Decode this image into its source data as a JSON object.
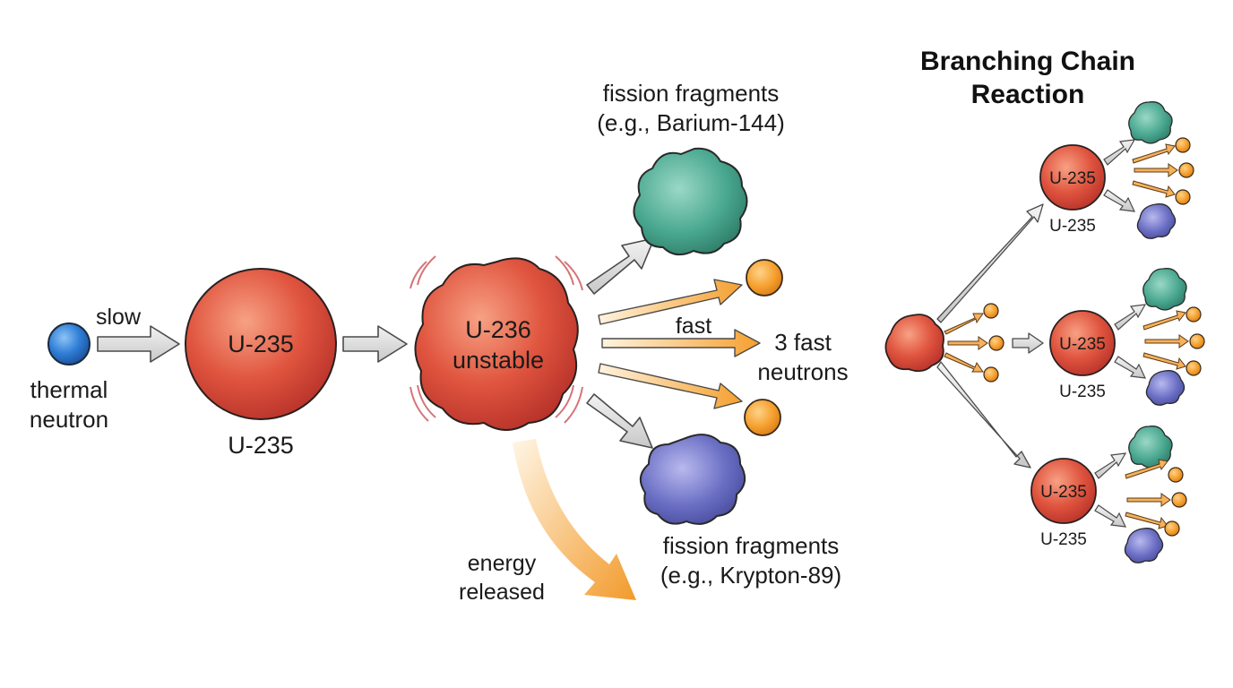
{
  "title": {
    "line1": "Branching Chain",
    "line2": "Reaction"
  },
  "labels": {
    "slow": "slow",
    "thermal_line1": "thermal",
    "thermal_line2": "neutron",
    "u235_inside": "U-235",
    "u235_below": "U-235",
    "u236_line1": "U-236",
    "u236_line2": "unstable",
    "frag_top_line1": "fission fragments",
    "frag_top_line2": "(e.g., Barium-144)",
    "fast": "fast",
    "three_fast_line1": "3 fast",
    "three_fast_line2": "neutrons",
    "frag_bottom_line1": "fission fragments",
    "frag_bottom_line2": "(e.g., Krypton-89)",
    "energy_line1": "energy",
    "energy_line2": "released"
  },
  "branch": {
    "nucleus_label": "U-235",
    "caption": "U-235"
  },
  "colors": {
    "neutron_blue": "#2f7ed6",
    "nucleus_red": "#e0553f",
    "fast_neutron_orange": "#f5a02e",
    "barium_teal": "#4aa890",
    "krypton_purple": "#6b6fc4",
    "arrow_gray": "#dcdcdc",
    "arrow_orange": "#f7b15a"
  }
}
